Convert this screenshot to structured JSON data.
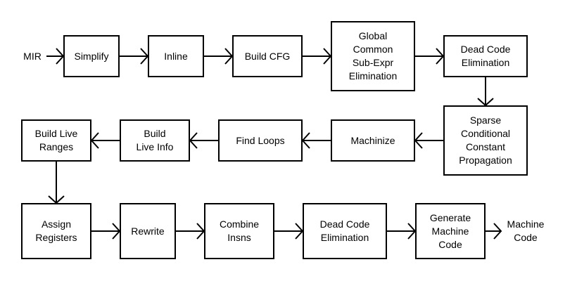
{
  "diagram": {
    "input_label": "MIR",
    "output_label": "Machine\nCode",
    "nodes": {
      "simplify": "Simplify",
      "inline": "Inline",
      "build_cfg": "Build CFG",
      "gcse": "Global\nCommon\nSub-Expr\nElimination",
      "dce1": "Dead Code\nElimination",
      "sccp": "Sparse\nConditional\nConstant\nPropagation",
      "machinize": "Machinize",
      "find_loops": "Find Loops",
      "build_live_info": "Build\nLive Info",
      "build_live_ranges": "Build Live\nRanges",
      "assign_registers": "Assign\nRegisters",
      "rewrite": "Rewrite",
      "combine_insns": "Combine\nInsns",
      "dce2": "Dead Code\nElimination",
      "generate_machine_code": "Generate\nMachine\nCode"
    },
    "edges": [
      {
        "from": "MIR",
        "to": "Simplify"
      },
      {
        "from": "Simplify",
        "to": "Inline"
      },
      {
        "from": "Inline",
        "to": "Build CFG"
      },
      {
        "from": "Build CFG",
        "to": "Global Common Sub-Expr Elimination"
      },
      {
        "from": "Global Common Sub-Expr Elimination",
        "to": "Dead Code Elimination"
      },
      {
        "from": "Dead Code Elimination",
        "to": "Sparse Conditional Constant Propagation"
      },
      {
        "from": "Sparse Conditional Constant Propagation",
        "to": "Machinize"
      },
      {
        "from": "Machinize",
        "to": "Find Loops"
      },
      {
        "from": "Find Loops",
        "to": "Build Live Info"
      },
      {
        "from": "Build Live Info",
        "to": "Build Live Ranges"
      },
      {
        "from": "Build Live Ranges",
        "to": "Assign Registers"
      },
      {
        "from": "Assign Registers",
        "to": "Rewrite"
      },
      {
        "from": "Rewrite",
        "to": "Combine Insns"
      },
      {
        "from": "Combine Insns",
        "to": "Dead Code Elimination"
      },
      {
        "from": "Dead Code Elimination",
        "to": "Generate Machine Code"
      },
      {
        "from": "Generate Machine Code",
        "to": "Machine Code"
      }
    ],
    "colors": {
      "line": "#000000",
      "box_fill": "#ffffff",
      "text": "#000000",
      "background": "#ffffff"
    }
  }
}
